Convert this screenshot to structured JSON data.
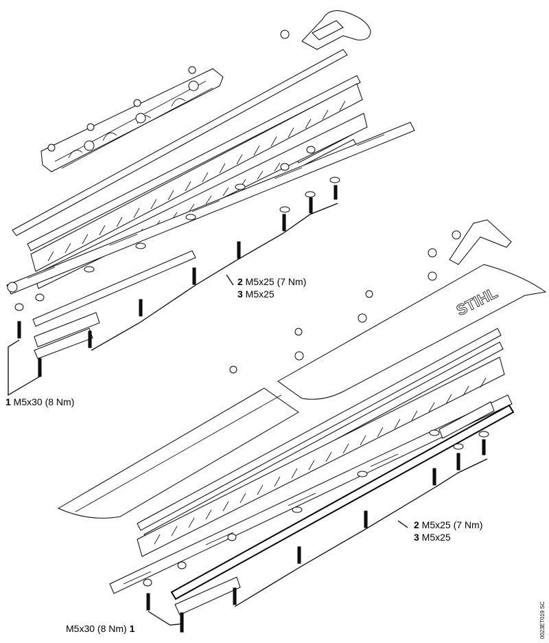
{
  "upper_assembly": {
    "callout_2": {
      "num": "2",
      "text": " M5x25 (7 Nm)"
    },
    "callout_3": {
      "num": "3",
      "text": " M5x25"
    },
    "callout_1": {
      "num": "1",
      "text": " M5x30 (8 Nm)"
    }
  },
  "lower_assembly": {
    "callout_2": {
      "num": "2",
      "text": " M5x25 (7 Nm)"
    },
    "callout_3": {
      "num": "3",
      "text": " M5x25"
    },
    "callout_1": {
      "text": "M5x30 (8 Nm) ",
      "num": "1"
    }
  },
  "guard_brand": "STIHL",
  "doc_id": "0023ET019 SC"
}
